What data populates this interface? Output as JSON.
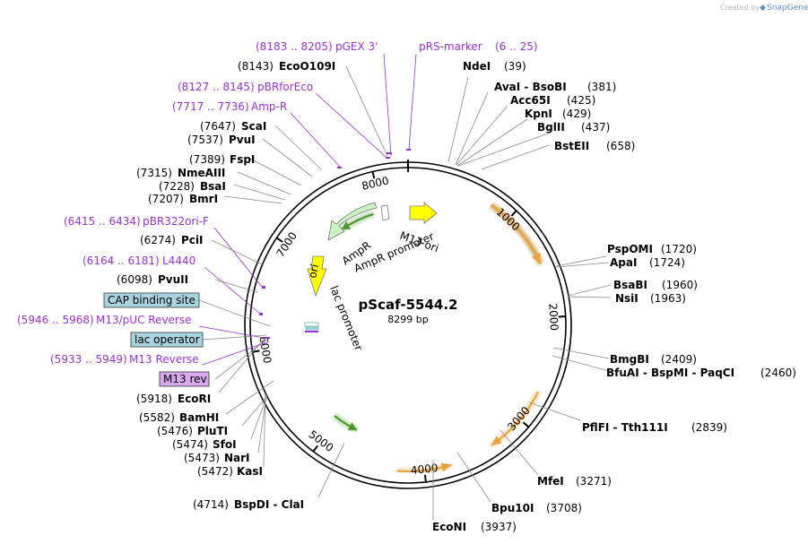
{
  "credit": {
    "prefix": "Created by",
    "brand": "SnapGene"
  },
  "map": {
    "name": "pScaf-5544.2",
    "size": "8299 bp"
  },
  "ticks": [
    "1000",
    "2000",
    "3000",
    "4000",
    "5000",
    "6000",
    "7000",
    "8000"
  ],
  "sites": [
    {
      "pos": "(39)",
      "name": "NdeI"
    },
    {
      "pos": "(381)",
      "name": "AvaI  -  BsoBI"
    },
    {
      "pos": "(425)",
      "name": "Acc65I"
    },
    {
      "pos": "(429)",
      "name": "KpnI"
    },
    {
      "pos": "(437)",
      "name": "BglII"
    },
    {
      "pos": "(658)",
      "name": "BstEII"
    },
    {
      "pos": "(1720)",
      "name": "PspOMI"
    },
    {
      "pos": "(1724)",
      "name": "ApaI"
    },
    {
      "pos": "(1960)",
      "name": "BsaBI"
    },
    {
      "pos": "(1963)",
      "name": "NsiI"
    },
    {
      "pos": "(2409)",
      "name": "BmgBI"
    },
    {
      "pos": "(2460)",
      "name": "BfuAI  -  BspMI  -  PaqCI"
    },
    {
      "pos": "(2839)",
      "name": "PflFI  -  Tth111I"
    },
    {
      "pos": "(3271)",
      "name": "MfeI"
    },
    {
      "pos": "(3708)",
      "name": "Bpu10I"
    },
    {
      "pos": "(3937)",
      "name": "EcoNI"
    },
    {
      "pos": "(4714)",
      "name": "BspDI  -  ClaI"
    },
    {
      "pos": "(5472)",
      "name": "KasI"
    },
    {
      "pos": "(5473)",
      "name": "NarI"
    },
    {
      "pos": "(5474)",
      "name": "SfoI"
    },
    {
      "pos": "(5476)",
      "name": "PluTI"
    },
    {
      "pos": "(5582)",
      "name": "BamHI"
    },
    {
      "pos": "(5918)",
      "name": "EcoRI"
    },
    {
      "pos": "(6098)",
      "name": "PvuII"
    },
    {
      "pos": "(6274)",
      "name": "PciI"
    },
    {
      "pos": "(7207)",
      "name": "BmrI"
    },
    {
      "pos": "(7228)",
      "name": "BsaI"
    },
    {
      "pos": "(7315)",
      "name": "NmeAIII"
    },
    {
      "pos": "(7389)",
      "name": "FspI"
    },
    {
      "pos": "(7537)",
      "name": "PvuI"
    },
    {
      "pos": "(7647)",
      "name": "ScaI"
    },
    {
      "pos": "(8143)",
      "name": "EcoO109I"
    }
  ],
  "primers": [
    {
      "range": "(8183 .. 8205)",
      "name": "pGEX 3'"
    },
    {
      "range": "(6 .. 25)",
      "name": "pRS-marker"
    },
    {
      "range": "(8127 .. 8145)",
      "name": "pBRforEco"
    },
    {
      "range": "(7717 .. 7736)",
      "name": "Amp-R"
    },
    {
      "range": "(6415 .. 6434)",
      "name": "pBR322ori-F"
    },
    {
      "range": "(6164 .. 6181)",
      "name": "L4440"
    },
    {
      "range": "(5946 .. 5968)",
      "name": "M13/pUC Reverse"
    },
    {
      "range": "(5933 .. 5949)",
      "name": "M13 Reverse"
    }
  ],
  "boxed_features": [
    {
      "name": "CAP binding site",
      "color": "#a8d4e0"
    },
    {
      "name": "lac operator",
      "color": "#a8d4e0"
    },
    {
      "name": "M13 rev",
      "color": "#d9a8ef"
    }
  ],
  "features": {
    "m13_ori": "M13 ori",
    "ampr": "AmpR",
    "ampr_promoter": "AmpR promoter",
    "ori": "ori",
    "lac_promoter": "lac promoter"
  },
  "colors": {
    "orange_orf": "#e8a33a",
    "green_orf": "#4a9a2a",
    "ampr_fill": "#c8f5c0",
    "ori_fill": "#ffff00",
    "primer": "#9b30d9"
  }
}
